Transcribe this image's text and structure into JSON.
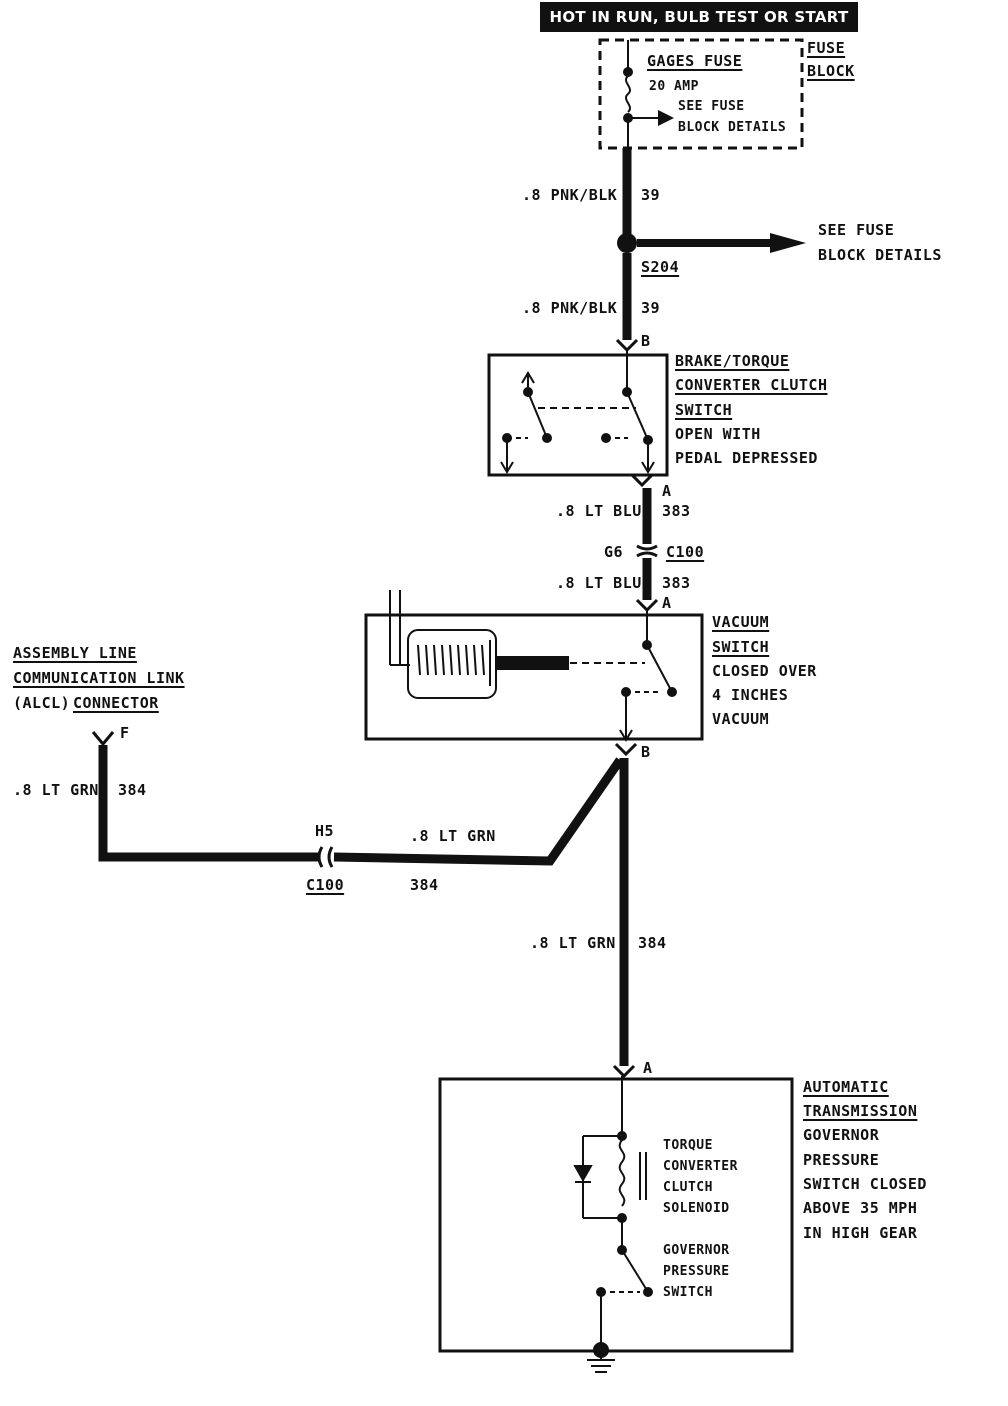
{
  "banner": "HOT IN RUN, BULB TEST OR START",
  "fuse_block": {
    "label_line1": "FUSE",
    "label_line2": "BLOCK",
    "fuse_name": "GAGES FUSE",
    "fuse_rating": "20 AMP",
    "detail_line1": "SEE FUSE",
    "detail_line2": "BLOCK DETAILS"
  },
  "splice": {
    "name": "S204",
    "detail_line1": "SEE FUSE",
    "detail_line2": "BLOCK DETAILS"
  },
  "wires": {
    "w1_gauge_color": ".8 PNK/BLK",
    "w1_circuit": "39",
    "w2_gauge_color": ".8 PNK/BLK",
    "w2_circuit": "39",
    "w3_gauge_color": ".8 LT BLU",
    "w3_circuit": "383",
    "w4_gauge_color": ".8 LT BLU",
    "w4_circuit": "383",
    "w5_gauge_color": ".8 LT GRN",
    "w5_circuit": "384",
    "w6_gauge_color": ".8 LT GRN",
    "w6_circuit": "384",
    "w7_gauge_color": ".8 LT GRN",
    "w7_circuit": "384"
  },
  "brake_switch": {
    "pin_top": "B",
    "pin_bottom": "A",
    "title_line1": "BRAKE/TORQUE",
    "title_line2": "CONVERTER CLUTCH",
    "title_line3": "SWITCH",
    "desc_line1": "OPEN WITH",
    "desc_line2": "PEDAL DEPRESSED"
  },
  "connector_c100_upper": {
    "pin": "G6",
    "name": "C100"
  },
  "vacuum_switch": {
    "pin_top": "A",
    "pin_bottom": "B",
    "title_line1": "VACUUM",
    "title_line2": "SWITCH",
    "desc_line1": "CLOSED OVER",
    "desc_line2": "4 INCHES",
    "desc_line3": "VACUUM"
  },
  "alcl": {
    "title_line1": "ASSEMBLY LINE",
    "title_line2": "COMMUNICATION LINK",
    "title_line3_prefix": "(ALCL)",
    "title_line3_suffix": "CONNECTOR",
    "pin": "F"
  },
  "connector_c100_lower": {
    "pin": "H5",
    "name": "C100"
  },
  "transmission": {
    "pin": "A",
    "title_line1": "AUTOMATIC",
    "title_line2": "TRANSMISSION",
    "desc_line1": "GOVERNOR",
    "desc_line2": "PRESSURE",
    "desc_line3": "SWITCH CLOSED",
    "desc_line4": "ABOVE 35 MPH",
    "desc_line5": "IN HIGH GEAR",
    "solenoid_line1": "TORQUE",
    "solenoid_line2": "CONVERTER",
    "solenoid_line3": "CLUTCH",
    "solenoid_line4": "SOLENOID",
    "gov_line1": "GOVERNOR",
    "gov_line2": "PRESSURE",
    "gov_line3": "SWITCH"
  }
}
